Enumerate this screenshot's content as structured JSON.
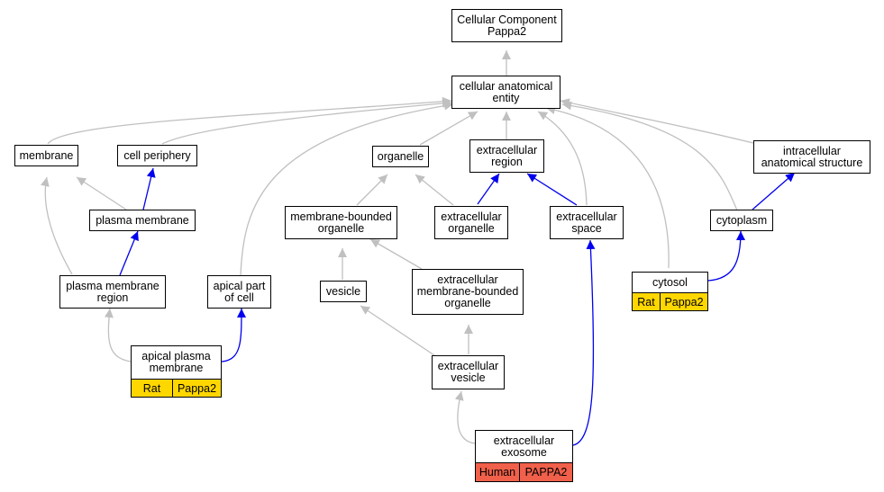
{
  "colors": {
    "is_a": "#c0c0c0",
    "part_of": "#0000ee",
    "rat": "#ffd700",
    "human": "#f0604a"
  },
  "nodes": {
    "root": [
      "Cellular Component",
      "Pappa2"
    ],
    "cae": [
      "cellular anatomical",
      "entity"
    ],
    "membrane": [
      "membrane"
    ],
    "cell_periphery": [
      "cell periphery"
    ],
    "organelle": [
      "organelle"
    ],
    "extracellular_region": [
      "extracellular",
      "region"
    ],
    "intracellular_structure": [
      "intracellular",
      "anatomical structure"
    ],
    "plasma_membrane": [
      "plasma membrane"
    ],
    "membrane_bounded_organelle": [
      "membrane-bounded",
      "organelle"
    ],
    "extracellular_organelle": [
      "extracellular",
      "organelle"
    ],
    "extracellular_space": [
      "extracellular",
      "space"
    ],
    "cytoplasm": [
      "cytoplasm"
    ],
    "plasma_membrane_region": [
      "plasma membrane",
      "region"
    ],
    "apical_part_of_cell": [
      "apical part",
      "of cell"
    ],
    "vesicle": [
      "vesicle"
    ],
    "extracellular_mbo": [
      "extracellular",
      "membrane-bounded",
      "organelle"
    ],
    "cytosol": [
      "cytosol"
    ],
    "apical_plasma_membrane": [
      "apical plasma",
      "membrane"
    ],
    "extracellular_vesicle": [
      "extracellular",
      "vesicle"
    ],
    "extracellular_exosome": [
      "extracellular",
      "exosome"
    ]
  },
  "annotations": {
    "cytosol": {
      "species": "Rat",
      "gene": "Pappa2"
    },
    "apical_plasma_membrane": {
      "species": "Rat",
      "gene": "Pappa2"
    },
    "extracellular_exosome": {
      "species": "Human",
      "gene": "PAPPA2"
    }
  }
}
